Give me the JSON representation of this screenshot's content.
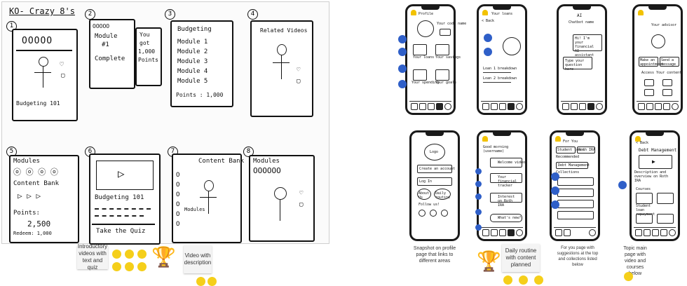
{
  "board": {
    "title": "KO- Crazy 8's",
    "frames": [
      {
        "num": "1",
        "lines": [
          "OOOOO",
          "Budgeting 101"
        ]
      },
      {
        "num": "2",
        "lines": [
          "OOOOO",
          "Module",
          "#1",
          "Complete",
          "You",
          "got",
          "1,000",
          "Points"
        ]
      },
      {
        "num": "3",
        "lines": [
          "Budgeting",
          "Module 1",
          "Module 2",
          "Module 3",
          "Module 4",
          "Module 5",
          "Points : 1,000"
        ]
      },
      {
        "num": "4",
        "lines": [
          "Related Videos"
        ]
      },
      {
        "num": "5",
        "lines": [
          "Modules",
          "Content Bank",
          "Points:",
          "2,500",
          "Redeem: 1,000"
        ]
      },
      {
        "num": "6",
        "lines": [
          "Budgeting 101",
          "Take the Quiz"
        ]
      },
      {
        "num": "7",
        "lines": [
          "Content Bank",
          "Modules"
        ]
      },
      {
        "num": "8",
        "lines": [
          "Modules",
          "OOOOOO"
        ]
      }
    ]
  },
  "notes_left": [
    {
      "text": "Introductory videos with text and quiz"
    },
    {
      "text": "Video with description"
    }
  ],
  "phones_top": [
    {
      "labels": [
        "Profile",
        "Your code name",
        "Your loans",
        "Your savings",
        "Your spending",
        "Your goals"
      ]
    },
    {
      "labels": [
        "Your loans",
        "< Back",
        "Loan 1 breakdown",
        "Loan 2 breakdown"
      ]
    },
    {
      "labels": [
        "AI",
        "Chatbot name",
        "Hi! I'm your financial AI assistant",
        "Type your question here"
      ]
    },
    {
      "labels": [
        "Your advisor",
        "Make an appointment",
        "Send a message",
        "Access Your content"
      ]
    }
  ],
  "phones_bottom": [
    {
      "labels": [
        "Logo",
        "Create an account",
        "Log In",
        "About Us",
        "Daily routine",
        "Follow us!"
      ]
    },
    {
      "labels": [
        "Good morning (username)",
        "Welcome video",
        "Your financial tracker",
        "Interest on Roth IRA",
        "What's new?"
      ]
    },
    {
      "labels": [
        "For You",
        "Student loans",
        "Roth IRA",
        "Recommended",
        "Debt Management",
        "Collections"
      ]
    },
    {
      "labels": [
        "< Back",
        "Debt Management",
        "Description and overview on Roth IRA",
        "Courses",
        "Student loan repayment"
      ]
    }
  ],
  "notes_right": [
    {
      "text": "Snapshot on profile page that links to different areas"
    },
    {
      "text": "Daily routine with content planned"
    },
    {
      "text": "For you page with suggestions at the top and collections listed below"
    },
    {
      "text": "Topic main page with video and courses below"
    }
  ],
  "colors": {
    "accent_dot": "#f5cf1a",
    "marker_dot": "#2f5fc8",
    "bell": "#f2c200"
  },
  "icons": [
    "trophy-icon",
    "bell-icon",
    "plus-icon",
    "home-icon",
    "chat-icon"
  ]
}
